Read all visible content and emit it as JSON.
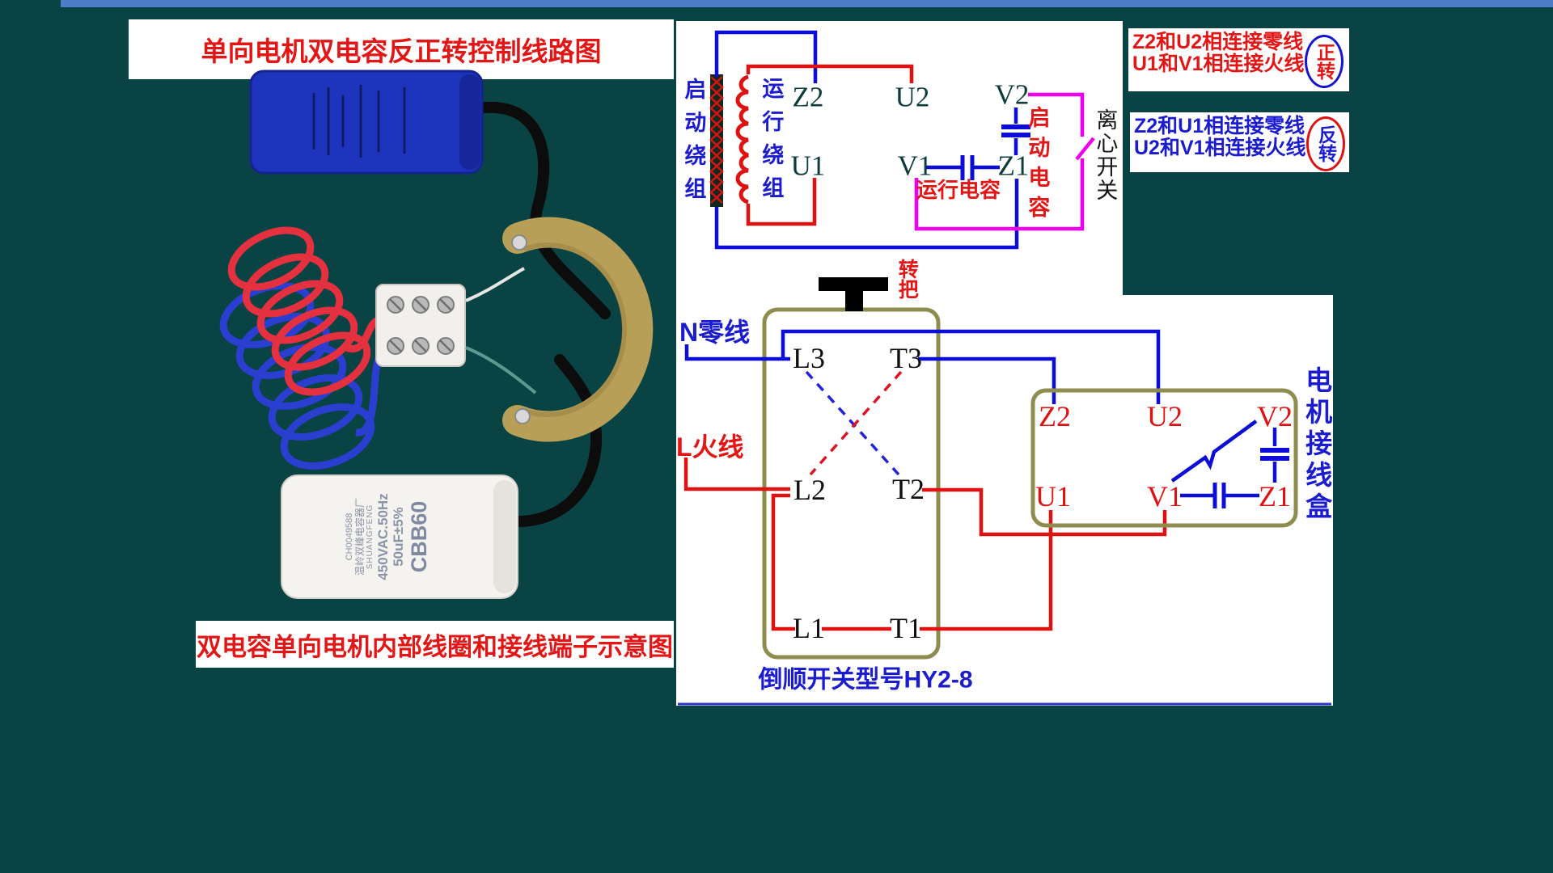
{
  "colors": {
    "background": "#0a4343",
    "top_strip": "#4d7cc9",
    "wire_blue": "#0d0dd8",
    "wire_red": "#e01111",
    "wire_magenta": "#ee00ee",
    "box_olive": "#8f8c4f",
    "terminal_dark": "#0e3c3c",
    "text_red": "#e31515",
    "text_blue": "#1b1bd0"
  },
  "title_banner": {
    "text": "单向电机双电容反正转控制线路图"
  },
  "bottom_banner": {
    "text": "双电容单向电机内部线圈和接线端子示意图"
  },
  "notes": {
    "forward": {
      "line1": "Z2和U2相连接零线",
      "line2": "U1和V1相连接火线",
      "badge": "正转"
    },
    "reverse": {
      "line1": "Z2和U1相连接零线",
      "line2": "U2和V1相连接火线",
      "badge": "反转"
    }
  },
  "top_circuit": {
    "start_winding_label": "启动绕组",
    "run_winding_label": "运行绕组",
    "z2": "Z2",
    "u2": "U2",
    "u1": "U1",
    "v1": "V1",
    "v2": "V2",
    "z1": "Z1",
    "run_capacitor_label": "运行电容",
    "start_capacitor_label": "启动电容",
    "centrifugal_switch_label": "离心开关"
  },
  "reversing_switch": {
    "handle_label": "转把",
    "neutral_label": "N零线",
    "live_label": "L火线",
    "l3": "L3",
    "t3": "T3",
    "l2": "L2",
    "t2": "T2",
    "l1": "L1",
    "t1": "T1",
    "model_label": "倒顺开关型号HY2-8"
  },
  "motor_terminal_box": {
    "title": "电机接线盒",
    "z2": "Z2",
    "u2": "U2",
    "v2": "V2",
    "u1": "U1",
    "v1": "V1",
    "z1": "Z1"
  },
  "photo": {
    "white_capacitor_lines": [
      "CH0049588",
      "温岭双峰电容器厂",
      "SHUANGFENG",
      "450VAC.50Hz",
      "50uF±5%",
      "CBB60"
    ]
  }
}
